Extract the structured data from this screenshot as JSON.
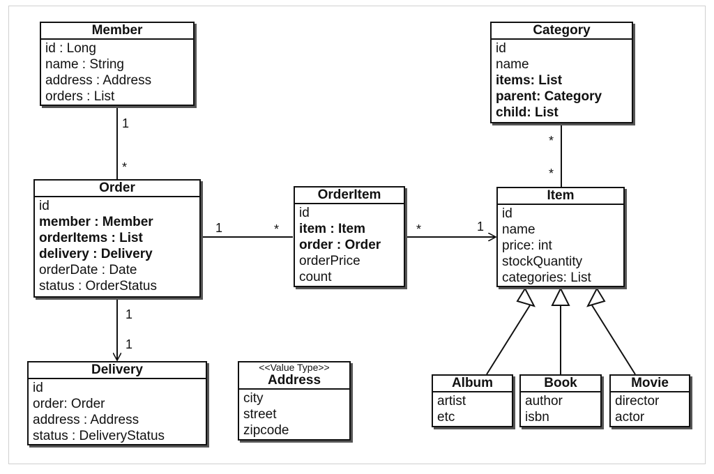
{
  "classes": {
    "member": {
      "name": "Member",
      "attrs": [
        "id : Long",
        "name : String",
        "address : Address",
        "orders : List"
      ]
    },
    "order": {
      "name": "Order",
      "attrs": [
        "id",
        "member : Member",
        "orderItems : List",
        "delivery : Delivery",
        "orderDate : Date",
        "status : OrderStatus"
      ]
    },
    "delivery": {
      "name": "Delivery",
      "attrs": [
        "id",
        "order: Order",
        "address : Address",
        "status : DeliveryStatus"
      ]
    },
    "address": {
      "stereotype": "<<Value Type>>",
      "name": "Address",
      "attrs": [
        "city",
        "street",
        "zipcode"
      ]
    },
    "orderitem": {
      "name": "OrderItem",
      "attrs": [
        "id",
        "item : Item",
        "order : Order",
        "orderPrice",
        "count"
      ]
    },
    "category": {
      "name": "Category",
      "attrs": [
        "id",
        "name",
        "items: List",
        "parent: Category",
        "child: List"
      ]
    },
    "item": {
      "name": "Item",
      "attrs": [
        "id",
        "name",
        "price: int",
        "stockQuantity",
        "categories: List"
      ]
    },
    "album": {
      "name": "Album",
      "attrs": [
        "artist",
        "etc"
      ]
    },
    "book": {
      "name": "Book",
      "attrs": [
        "author",
        "isbn"
      ]
    },
    "movie": {
      "name": "Movie",
      "attrs": [
        "director",
        "actor"
      ]
    }
  },
  "multiplicities": {
    "member_order_top": "1",
    "member_order_bottom": "*",
    "order_orderitem_left": "1",
    "order_orderitem_right": "*",
    "orderitem_item_left": "*",
    "orderitem_item_right": "1",
    "order_delivery_top": "1",
    "order_delivery_bottom": "1",
    "category_item_top": "*",
    "category_item_bottom": "*"
  }
}
